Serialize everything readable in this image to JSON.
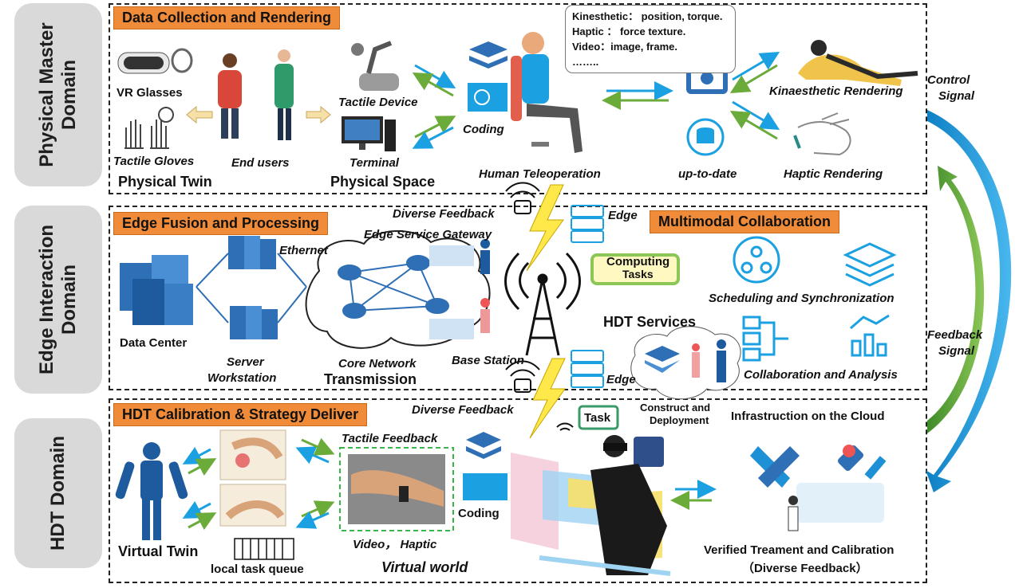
{
  "domains": {
    "physical_master": "Physical Master Domain",
    "edge_interaction": "Edge Interaction Domain",
    "hdt": "HDT Domain"
  },
  "sections": {
    "data_collection": "Data Collection and Rendering",
    "edge_fusion": "Edge Fusion and Processing",
    "multimodal": "Multimodal Collaboration",
    "hdt_calibration": "HDT Calibration & Strategy Deliver"
  },
  "physical": {
    "vr_glasses": "VR Glasses",
    "tactile_gloves": "Tactile Gloves",
    "physical_twin": "Physical Twin",
    "end_users": "End users",
    "tactile_device": "Tactile Device",
    "terminal": "Terminal",
    "physical_space": "Physical Space",
    "coding": "Coding",
    "human_teleoperation": "Human Teleoperation",
    "up_to_date": "up-to-date",
    "kinaesthetic_rendering": "Kinaesthetic Rendering",
    "haptic_rendering": "Haptic Rendering",
    "bubble": [
      "Kinesthetic： position, torque.",
      "Haptic ： force texture.",
      "Video：image, frame.",
      "…….."
    ]
  },
  "edge": {
    "diverse_feedback_top": "Diverse Feedback",
    "edge_top": "Edge",
    "edge_service_gateway": "Edge Service Gateway",
    "ethernet": "Ethernet",
    "data_center": "Data Center",
    "server": "Server",
    "workstation": "Workstation",
    "core_network": "Core Network",
    "transmission": "Transmission",
    "base_station": "Base Station",
    "edge_bottom": "Edge",
    "computing": "Computing",
    "tasks": "Tasks",
    "scheduling": "Scheduling and Synchronization",
    "hdt_services": "HDT Services",
    "collaboration": "Collaboration and Analysis",
    "construct": "Construct and",
    "deployment": "Deployment"
  },
  "hdt": {
    "diverse_feedback": "Diverse Feedback",
    "task": "Task",
    "infrastruction": "Infrastruction on the Cloud",
    "tactile_feedback": "Tactile Feedback",
    "coding": "Coding",
    "virtual_twin": "Virtual Twin",
    "local_task_queue": "local task queue",
    "video_haptic": "Video， Haptic",
    "virtual_world": "Virtual  world",
    "verified_1": "Verified Treament and Calibration",
    "verified_2": "（Diverse Feedback）"
  },
  "signals": {
    "control_1": "Control",
    "control_2": "Signal",
    "feedback_1": "Feedback",
    "feedback_2": "Signal"
  },
  "colors": {
    "orange": "#f08b3a",
    "blue_arrow": "#1ba1e2",
    "green_arrow": "#6aab3a",
    "icon_blue": "#2f6fb5",
    "bolt_yellow": "#ffe84a",
    "side_gray": "#d9d9d9"
  }
}
